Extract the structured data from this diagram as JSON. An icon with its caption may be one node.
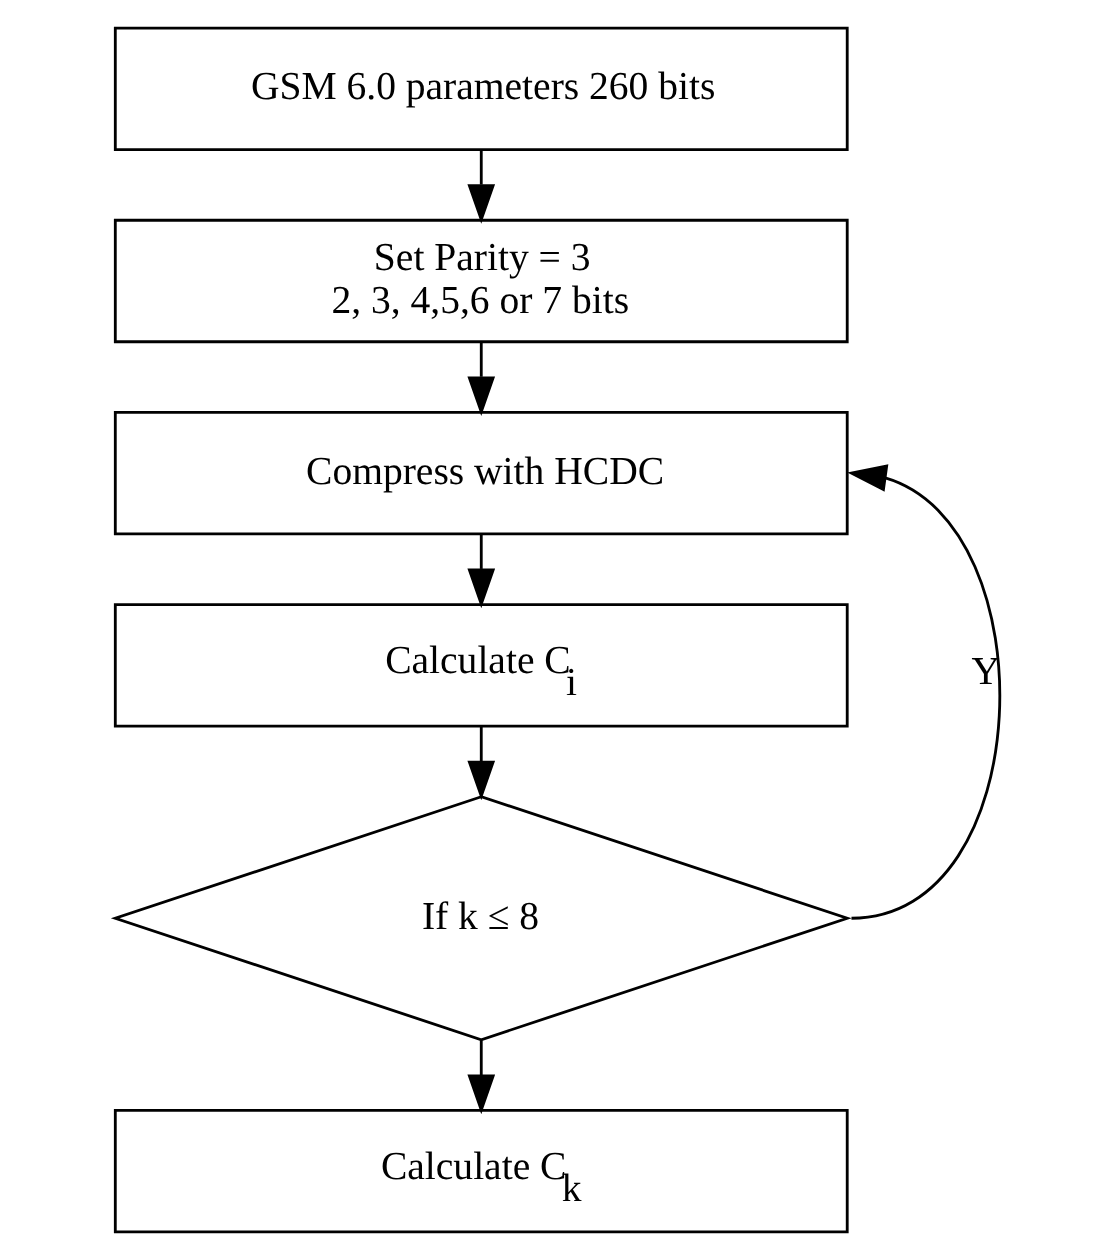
{
  "diagram": {
    "nodes": [
      {
        "text": [
          "GSM 6.0 parameters 260 bits"
        ]
      },
      {
        "text": [
          "Set Parity = 3",
          "2, 3, 4,5,6 or 7 bits"
        ]
      },
      {
        "text": [
          "Compress with HCDC"
        ]
      },
      {
        "text": [
          "Calculate C$_{i}$"
        ]
      },
      {
        "text": [
          "If k ≤ 8"
        ]
      },
      {
        "text": [
          "Calculate C$_{k}$"
        ]
      }
    ],
    "edges": [
      {
        "from": 0,
        "to": 1,
        "arrow": "to"
      },
      {
        "from": 1,
        "to": 2,
        "arrow": "to"
      },
      {
        "from": 2,
        "to": 3,
        "arrow": "to"
      },
      {
        "from": 3,
        "to": 4,
        "arrow": "to"
      },
      {
        "from": 4,
        "to": 2,
        "arrow": "to",
        "label": "Y"
      },
      {
        "from": 4,
        "to": 5,
        "arrow": "to"
      }
    ]
  }
}
